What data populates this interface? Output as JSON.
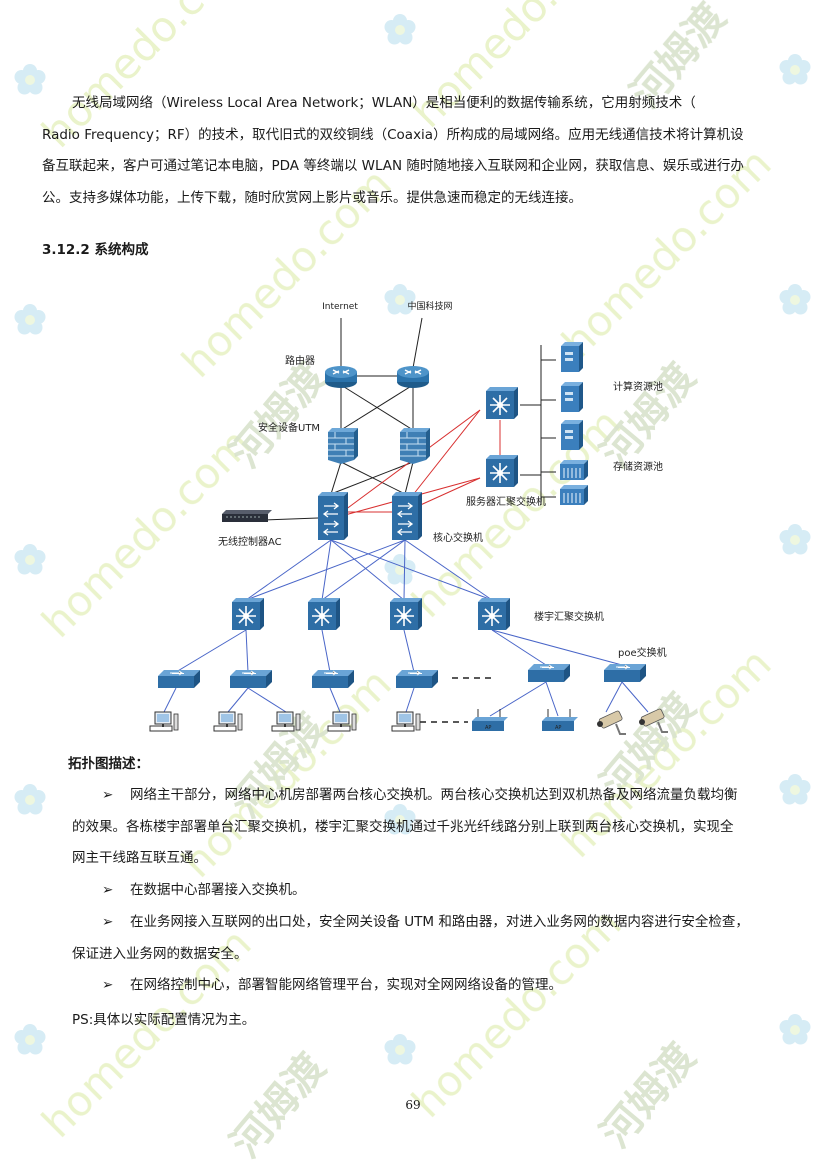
{
  "intro": {
    "lines": [
      "无线局域网络（Wireless Local Area Network；WLAN）是相当便利的数据传输系统，它用射频技术（",
      "Radio Frequency；RF）的技术，取代旧式的双绞铜线（Coaxia）所构成的局域网络。应用无线通信技术将计算机设",
      "备互联起来，客户可通过笔记本电脑，PDA 等终端以 WLAN 随时随地接入互联网和企业网，获取信息、娱乐或进行办",
      "公。支持多媒体功能，上传下载，随时欣赏网上影片或音乐。提供急速而稳定的无线连接。"
    ]
  },
  "section_heading": "3.12.2 系统构成",
  "diagram": {
    "labels": {
      "internet": "Internet",
      "cstnet": "中国科技网",
      "router": "路由器",
      "utm": "安全设备UTM",
      "compute_pool": "计算资源池",
      "storage_pool": "存储资源池",
      "server_agg": "服务器汇聚交换机",
      "wireless_ac": "无线控制器AC",
      "core_switch": "核心交换机",
      "building_agg": "楼宇汇聚交换机",
      "poe_switch": "poe交换机",
      "ellipsis": "- - - -",
      "ap1": "AP",
      "ap2": "AP"
    }
  },
  "description": {
    "title": "拓扑图描述：",
    "bullet_symbol": "➢",
    "items": [
      {
        "lines": [
          "网络主干部分，网络中心机房部署两台核心交换机。两台核心交换机达到双机热备及网络流量负载均衡",
          "的效果。各栋楼宇部署单台汇聚交换机，楼宇汇聚交换机通过千兆光纤线路分别上联到两台核心交换机，实现全",
          "网主干线路互联互通。"
        ]
      },
      {
        "lines": [
          "在数据中心部署接入交换机。"
        ]
      },
      {
        "lines": [
          "在业务网接入互联网的出口处，安全网关设备 UTM 和路由器，对进入业务网的数据内容进行安全检查，",
          "保证进入业务网的数据安全。"
        ]
      },
      {
        "lines": [
          "在网络控制中心，部署智能网络管理平台，实现对全网网络设备的管理。"
        ]
      }
    ],
    "ps": "PS:具体以实际配置情况为主。"
  },
  "page_number": "69",
  "watermark": {
    "text1": "homedo.com",
    "text2": "河姆渡",
    "color": "#e3efb6"
  }
}
